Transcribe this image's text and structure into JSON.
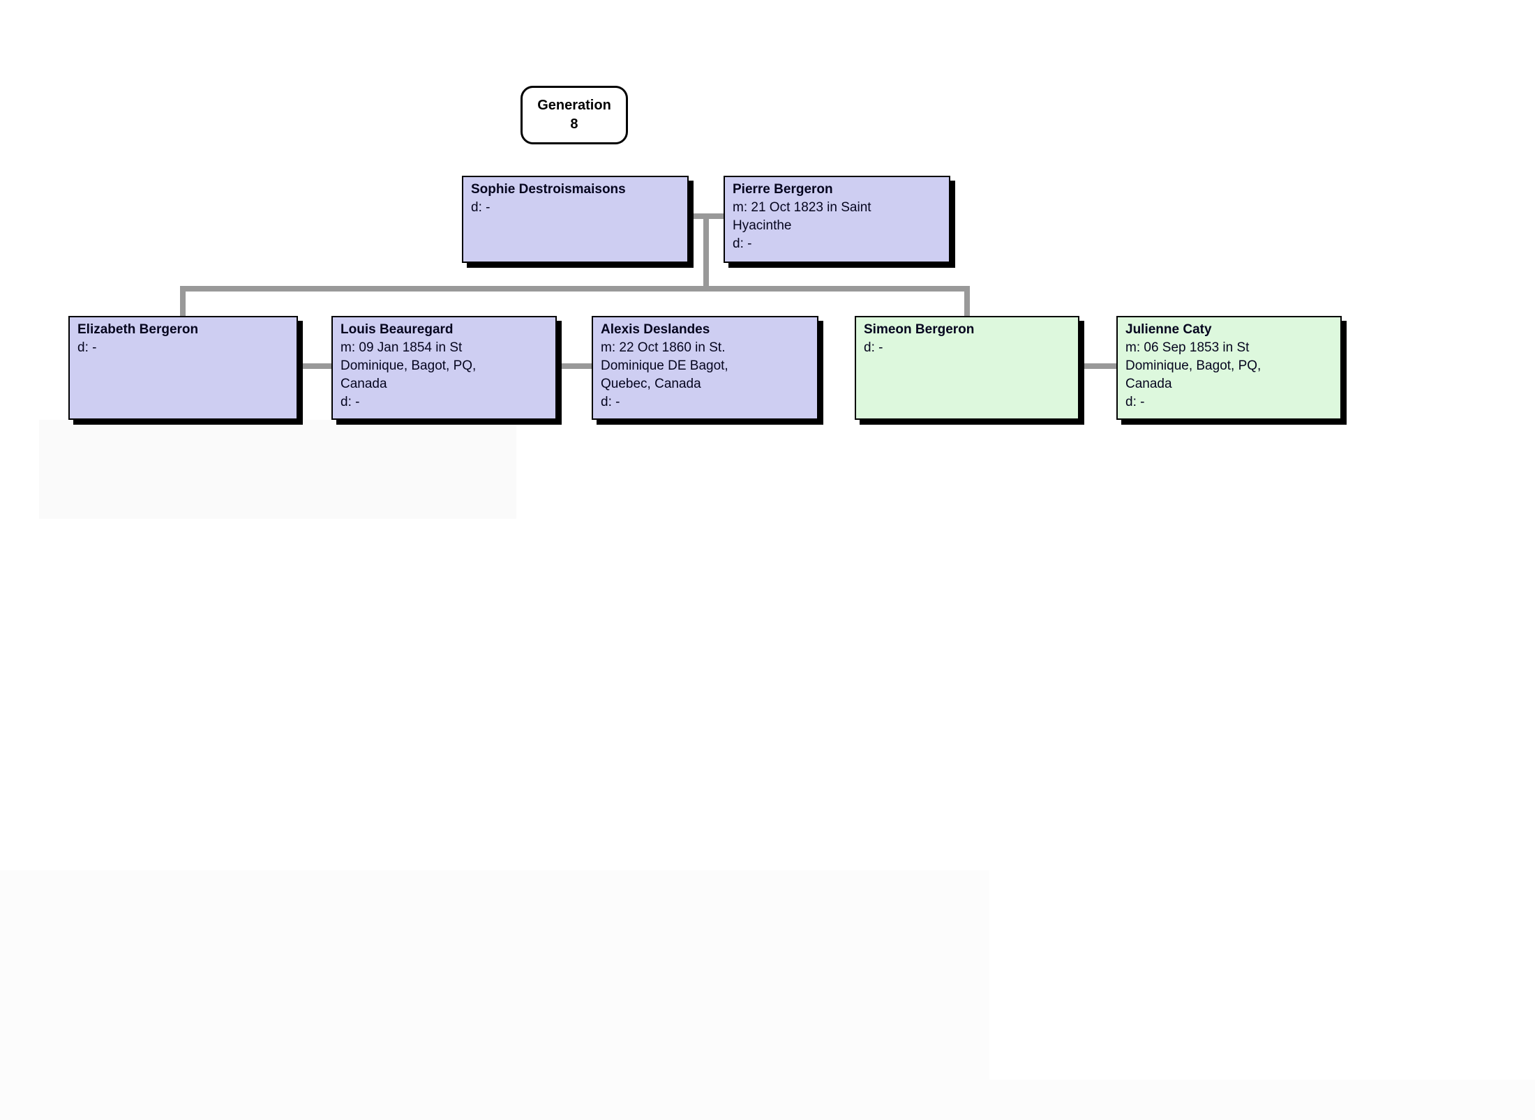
{
  "generation_label": {
    "lines": [
      "Generation",
      "8"
    ]
  },
  "colors": {
    "box_lavender": "#cecef2",
    "box_green": "#ddf8dd",
    "connector_gray": "#999999",
    "box_border": "#000000",
    "box_shadow": "#000000",
    "page_background": "#ffffff"
  },
  "people": {
    "sophie": {
      "name": "Sophie Destroismaisons",
      "details": [
        "d: -"
      ]
    },
    "pierre": {
      "name": "Pierre Bergeron",
      "details": [
        "m: 21 Oct 1823 in Saint",
        "Hyacinthe",
        "d: -"
      ]
    },
    "elizabeth": {
      "name": "Elizabeth Bergeron",
      "details": [
        "d: -"
      ]
    },
    "louis": {
      "name": "Louis Beauregard",
      "details": [
        "m: 09 Jan 1854 in St",
        "Dominique, Bagot, PQ,",
        "Canada",
        "d: -"
      ]
    },
    "alexis": {
      "name": "Alexis Deslandes",
      "details": [
        "m: 22 Oct 1860 in St.",
        "Dominique DE Bagot,",
        "Quebec, Canada",
        "d: -"
      ]
    },
    "simeon": {
      "name": "Simeon Bergeron",
      "details": [
        "d: -"
      ]
    },
    "julienne": {
      "name": "Julienne Caty",
      "details": [
        "m: 06 Sep 1853 in St",
        "Dominique, Bagot, PQ,",
        "Canada",
        "d: -"
      ]
    }
  }
}
